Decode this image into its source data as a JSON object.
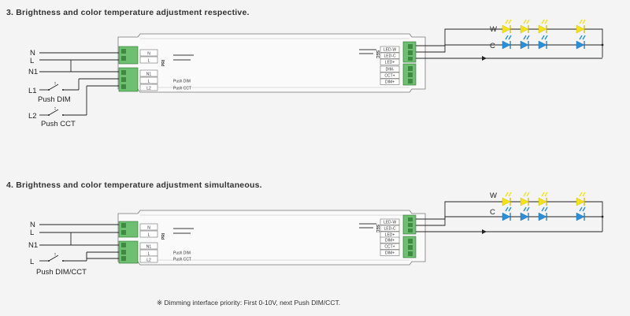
{
  "sections": [
    {
      "title": "3. Brightness and color temperature adjustment respective.",
      "inputs": [
        "N",
        "L",
        "N1",
        "L1",
        "L2"
      ],
      "switches": [
        "Push DIM",
        "Push CCT"
      ],
      "pri_label": "PRI",
      "pri_cells": [
        [
          "N",
          "L"
        ],
        [
          "N1",
          "L",
          "L2"
        ]
      ],
      "pri_notes": [
        "Push DIM",
        "Push CCT"
      ],
      "sec_label": "SEC",
      "sec_cells": [
        [
          "LED-W",
          "LED-C",
          "LED+"
        ],
        [
          "DIM-",
          "CCT+",
          "DIM+"
        ]
      ],
      "channels": [
        "W",
        "C"
      ]
    },
    {
      "title": "4. Brightness and color temperature adjustment simultaneous.",
      "inputs": [
        "N",
        "L",
        "N1",
        "L"
      ],
      "switches": [
        "Push DIM/CCT"
      ],
      "pri_label": "PRI",
      "pri_cells": [
        [
          "N",
          "L"
        ],
        [
          "N1",
          "L",
          "L2"
        ]
      ],
      "pri_notes": [
        "Push DIM",
        "Push CCT"
      ],
      "sec_label": "SEC",
      "sec_cells": [
        [
          "LED-W",
          "LED-C",
          "LED+"
        ],
        [
          "DIM+",
          "CCT+",
          "DIM+"
        ]
      ],
      "channels": [
        "W",
        "C"
      ]
    }
  ],
  "footnote": "※ Dimming interface priority: First 0-10V, next Push DIM/CCT.",
  "colors": {
    "warm_led": "#f2e21a",
    "cool_led": "#2a8fd8",
    "wire": "#222222",
    "terminal": "#6cc070"
  },
  "icons": [
    "warm-led-icon",
    "cool-led-icon",
    "push-switch-icon",
    "arrow-icon"
  ]
}
